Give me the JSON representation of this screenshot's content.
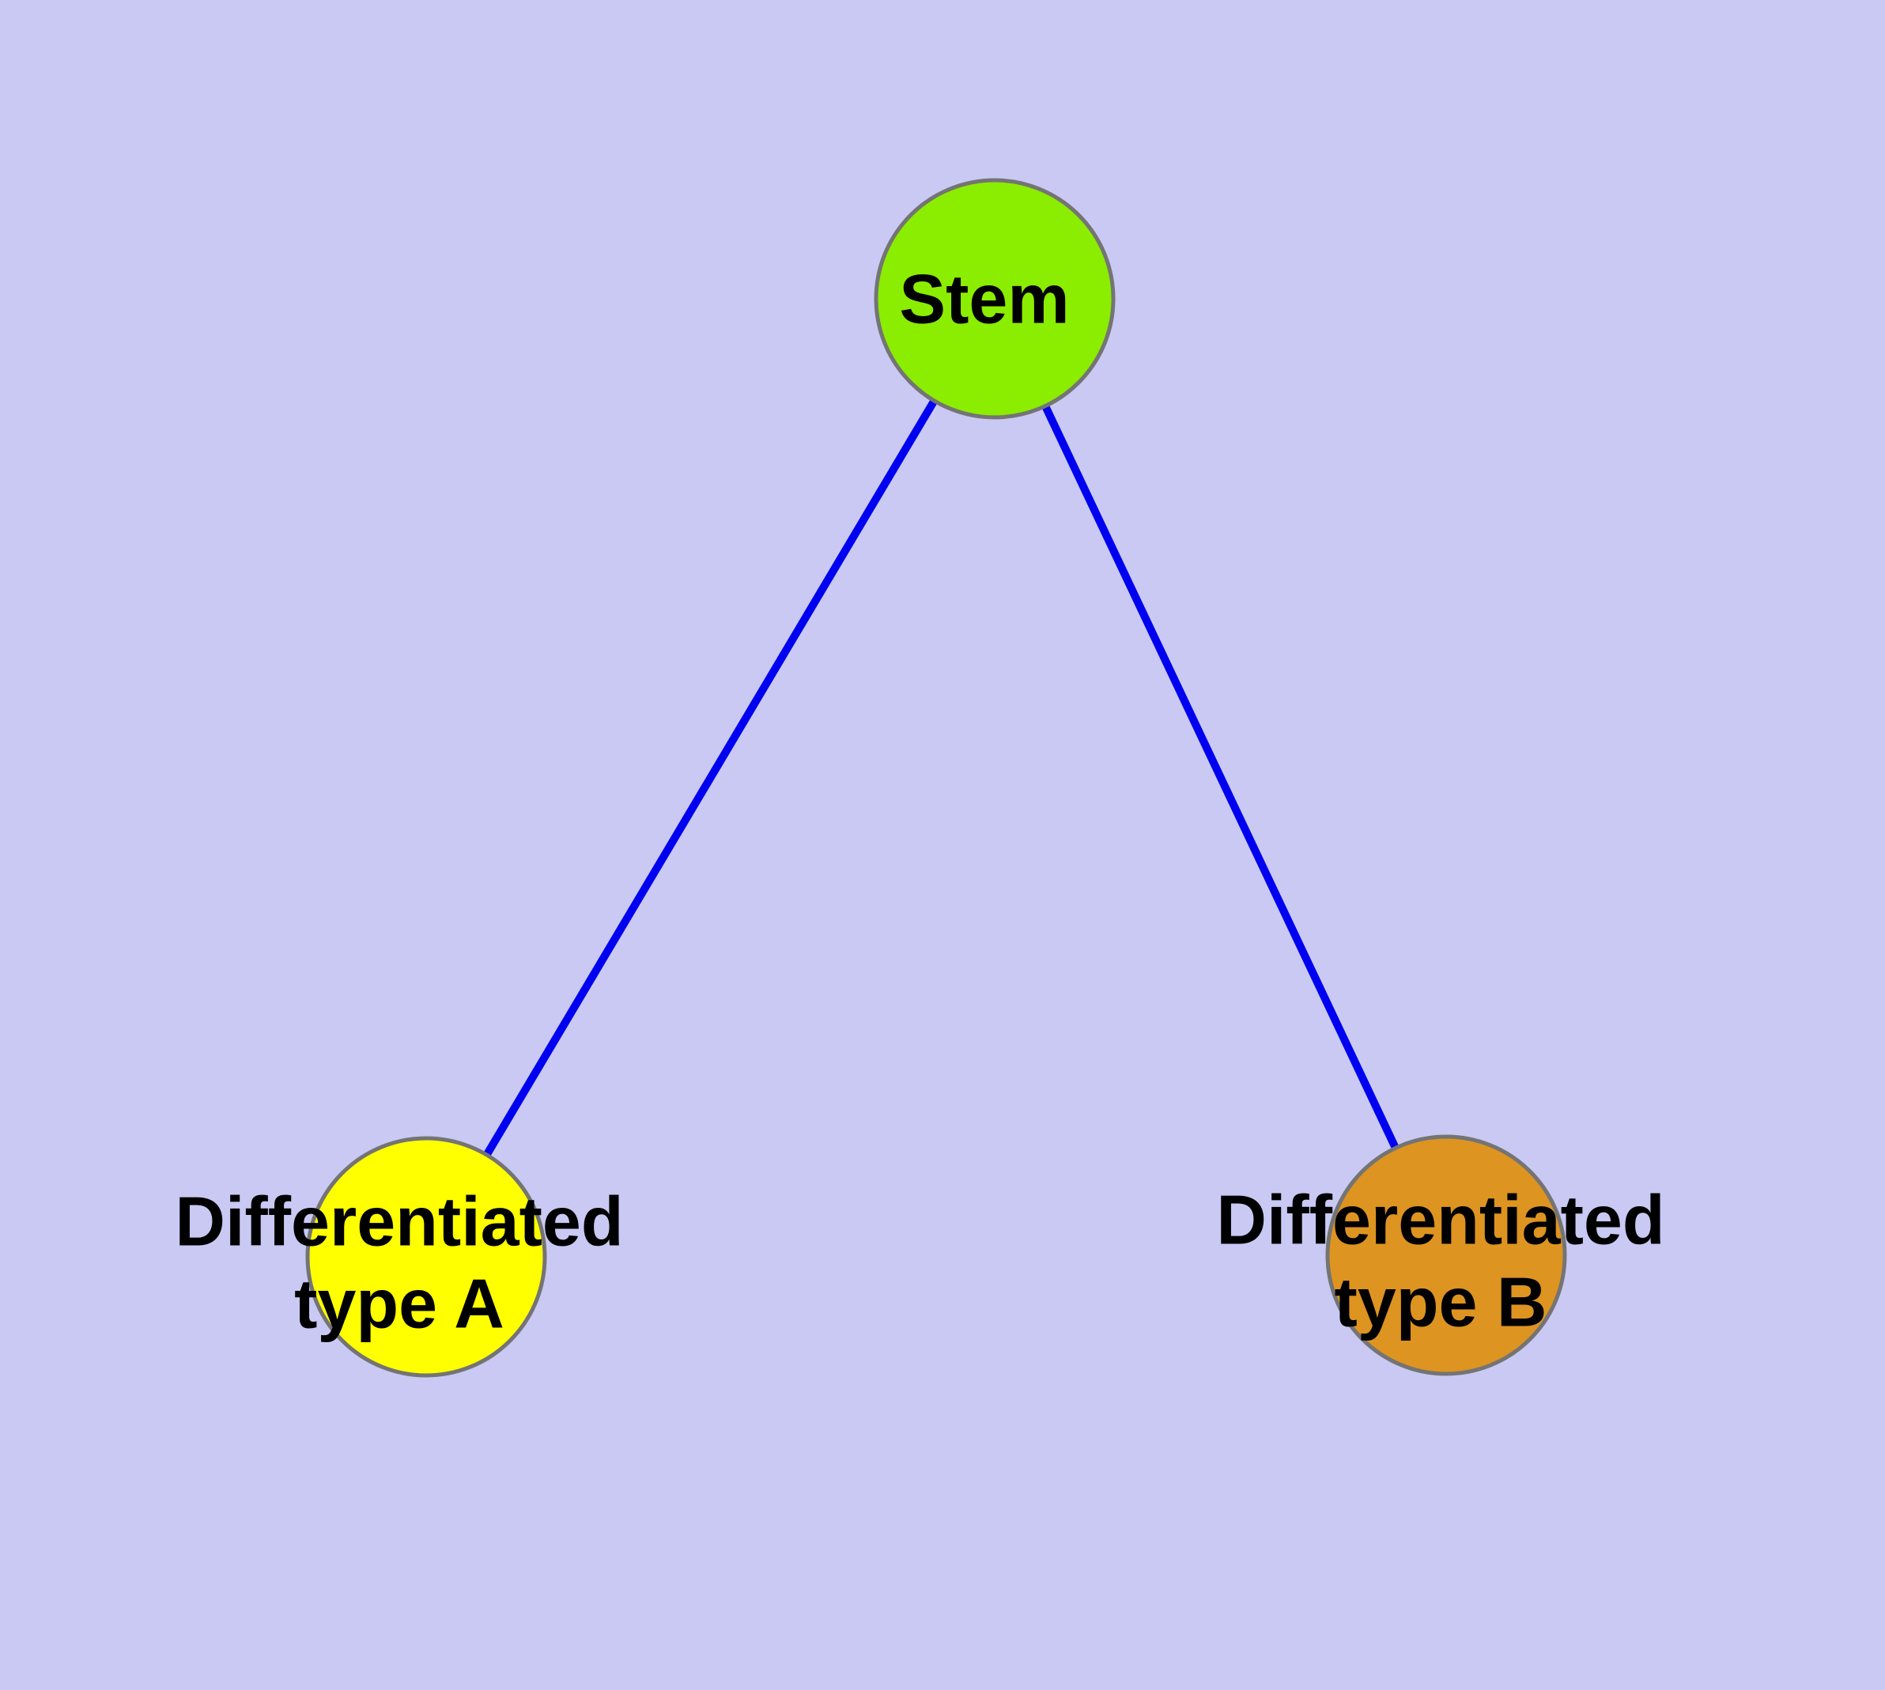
{
  "canvas": {
    "background_color": "#c9c9f4"
  },
  "styles": {
    "edge_color": "#0000f0",
    "node_border_color": "#747474",
    "label_color": "#000000"
  },
  "nodes": [
    {
      "id": "stem",
      "fill": "#8bed00",
      "label_lines": [
        "Stem"
      ]
    },
    {
      "id": "type-a",
      "fill": "#ffff00",
      "label_lines": [
        "Differentiated",
        "type A"
      ]
    },
    {
      "id": "type-b",
      "fill": "#de9420",
      "label_lines": [
        "Differentiated",
        "type B"
      ]
    }
  ],
  "edges": [
    {
      "from": "Stem",
      "to": "Differentiated type A"
    },
    {
      "from": "Stem",
      "to": "Differentiated type B"
    }
  ]
}
